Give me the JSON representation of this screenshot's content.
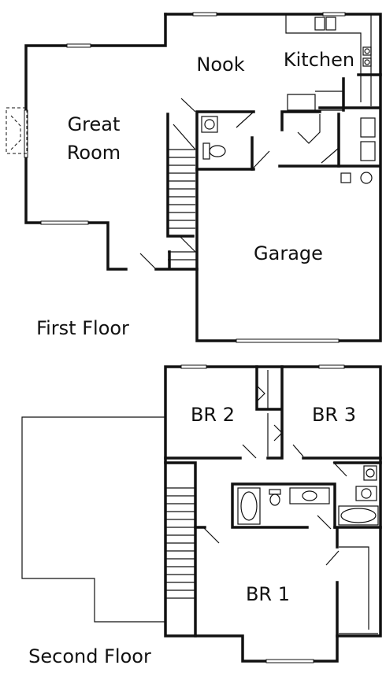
{
  "first_floor": {
    "caption": "First Floor",
    "rooms": {
      "great_room_line1": "Great",
      "great_room_line2": "Room",
      "nook": "Nook",
      "kitchen": "Kitchen",
      "garage": "Garage"
    }
  },
  "second_floor": {
    "caption": "Second Floor",
    "rooms": {
      "br2": "BR 2",
      "br3": "BR 3",
      "br1": "BR 1"
    }
  }
}
